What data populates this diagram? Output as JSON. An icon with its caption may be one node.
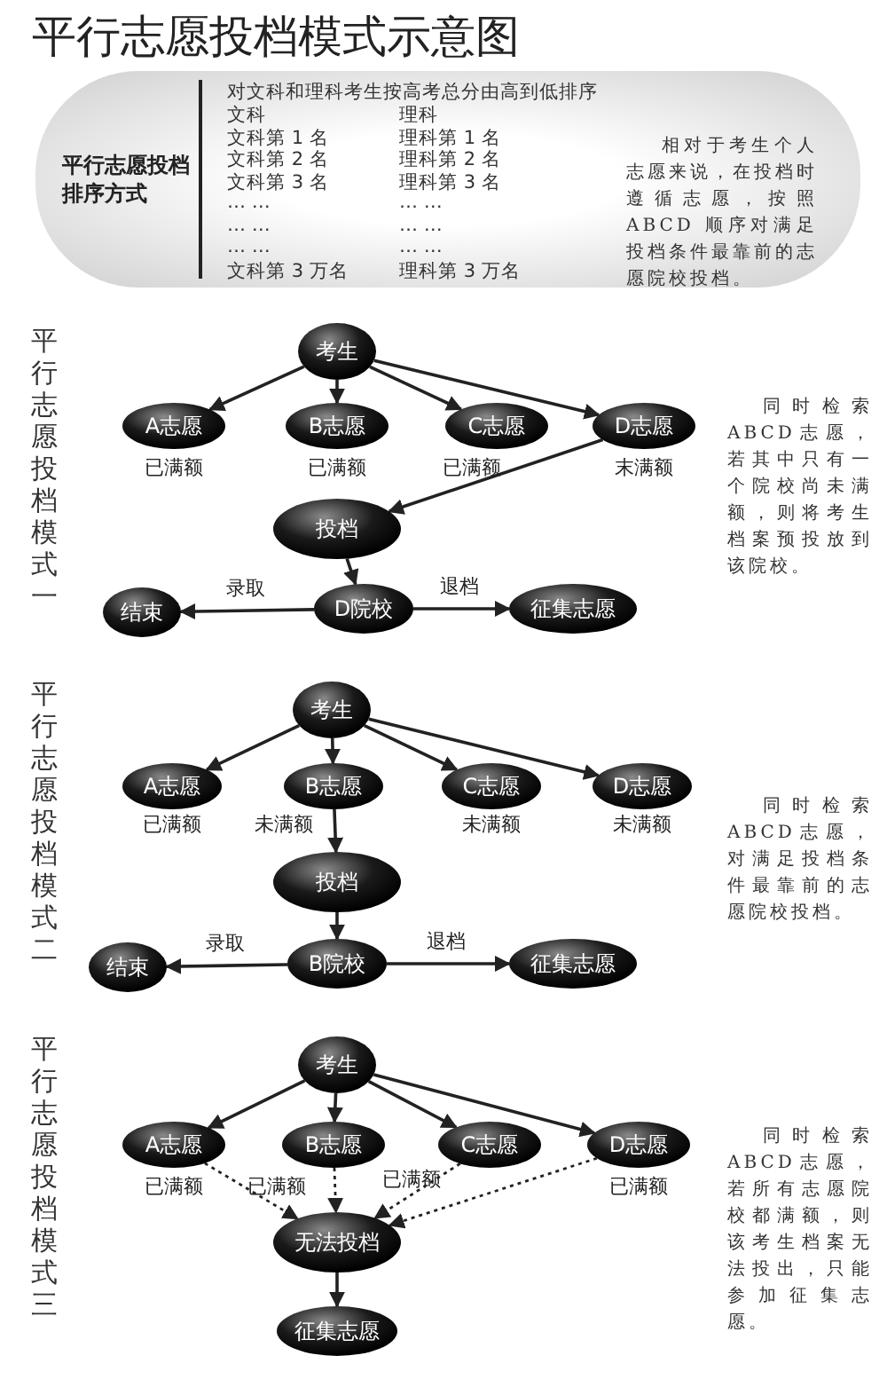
{
  "diagram": {
    "title": "平行志愿投档模式示意图",
    "nodes": [
      {
        "text": [
          "平行志愿投档排序方式",
          "对文科和理科考生按高考总分由高到低排序",
          "文科",
          "理科",
          "文科第 1 名",
          "理科第 1 名",
          "文科第 2 名",
          "理科第 2 名",
          "文科第 3 名",
          "理科第 3 名",
          "… …",
          "… …",
          "… …",
          "… …",
          "… …",
          "… …",
          "文科第 3 万名",
          "理科第 3 万名",
          "相对于考生个人志愿来说，在投档时遵循志愿，按照 ABCD 顺序对满足投档条件最靠前的志愿院校投档。"
        ]
      },
      {
        "text": [
          "考生"
        ]
      },
      {
        "text": [
          "A志愿"
        ],
        "beside": [
          "已满额"
        ]
      },
      {
        "text": [
          "B志愿"
        ],
        "beside": [
          "已满额"
        ]
      },
      {
        "text": [
          "C志愿"
        ],
        "beside": [
          "已满额"
        ]
      },
      {
        "text": [
          "D志愿"
        ],
        "beside": [
          "末满额"
        ]
      },
      {
        "text": [
          "投档"
        ]
      },
      {
        "text": [
          "D院校"
        ]
      },
      {
        "text": [
          "结束"
        ]
      },
      {
        "text": [
          "征集志愿"
        ]
      },
      {
        "text": [
          "考生"
        ]
      },
      {
        "text": [
          "A志愿"
        ],
        "beside": [
          "已满额"
        ]
      },
      {
        "text": [
          "B志愿"
        ],
        "beside": [
          "未满额"
        ]
      },
      {
        "text": [
          "C志愿"
        ],
        "beside": [
          "未满额"
        ]
      },
      {
        "text": [
          "D志愿"
        ],
        "beside": [
          "未满额"
        ]
      },
      {
        "text": [
          "投档"
        ]
      },
      {
        "text": [
          "B院校"
        ]
      },
      {
        "text": [
          "结束"
        ]
      },
      {
        "text": [
          "征集志愿"
        ]
      },
      {
        "text": [
          "考生"
        ]
      },
      {
        "text": [
          "A志愿"
        ],
        "beside": [
          "已满额"
        ]
      },
      {
        "text": [
          "B志愿"
        ],
        "beside": [
          "已满额"
        ]
      },
      {
        "text": [
          "C志愿"
        ],
        "beside": [
          "已满额"
        ]
      },
      {
        "text": [
          "D志愿"
        ],
        "beside": [
          "已满额"
        ]
      },
      {
        "text": [
          "无法投档"
        ]
      },
      {
        "text": [
          "征集志愿"
        ]
      }
    ],
    "edges": [
      {
        "from": 1,
        "to": 2,
        "arrow": "to"
      },
      {
        "from": 1,
        "to": 3,
        "arrow": "to"
      },
      {
        "from": 1,
        "to": 4,
        "arrow": "to"
      },
      {
        "from": 1,
        "to": 5,
        "arrow": "to"
      },
      {
        "from": 5,
        "to": 6,
        "arrow": "to"
      },
      {
        "from": 6,
        "to": 7,
        "arrow": "to"
      },
      {
        "from": 7,
        "to": 8,
        "arrow": "to",
        "label": "录取"
      },
      {
        "from": 7,
        "to": 9,
        "arrow": "to",
        "label": "退档"
      },
      {
        "from": 10,
        "to": 11,
        "arrow": "to"
      },
      {
        "from": 10,
        "to": 12,
        "arrow": "to"
      },
      {
        "from": 10,
        "to": 13,
        "arrow": "to"
      },
      {
        "from": 10,
        "to": 14,
        "arrow": "to"
      },
      {
        "from": 12,
        "to": 15,
        "arrow": "to"
      },
      {
        "from": 15,
        "to": 16,
        "arrow": "to"
      },
      {
        "from": 16,
        "to": 17,
        "arrow": "to",
        "label": "录取"
      },
      {
        "from": 16,
        "to": 18,
        "arrow": "to",
        "label": "退档"
      },
      {
        "from": 19,
        "to": 20,
        "arrow": "to"
      },
      {
        "from": 19,
        "to": 21,
        "arrow": "to"
      },
      {
        "from": 19,
        "to": 22,
        "arrow": "to"
      },
      {
        "from": 19,
        "to": 23,
        "arrow": "to"
      },
      {
        "from": 20,
        "to": 24,
        "arrow": "to",
        "style": "dashed"
      },
      {
        "from": 21,
        "to": 24,
        "arrow": "to",
        "style": "dashed"
      },
      {
        "from": 22,
        "to": 24,
        "arrow": "to",
        "style": "dashed"
      },
      {
        "from": 23,
        "to": 24,
        "arrow": "to",
        "style": "dashed"
      },
      {
        "from": 24,
        "to": 25,
        "arrow": "to"
      }
    ],
    "labels": [
      "平行志愿投档模式一",
      "同时检索ABCD志愿，若其中只有一个院校尚未满额，则将考生档案预投放到该院校。",
      "平行志愿投档模式二",
      "同时检索ABCD志愿，对满足投档条件最靠前的志愿院校投档。",
      "平行志愿投档模式三",
      "同时检索ABCD志愿，若所有志愿院校都满额，则该考生档案无法投出，只能参加征集志愿。"
    ]
  }
}
